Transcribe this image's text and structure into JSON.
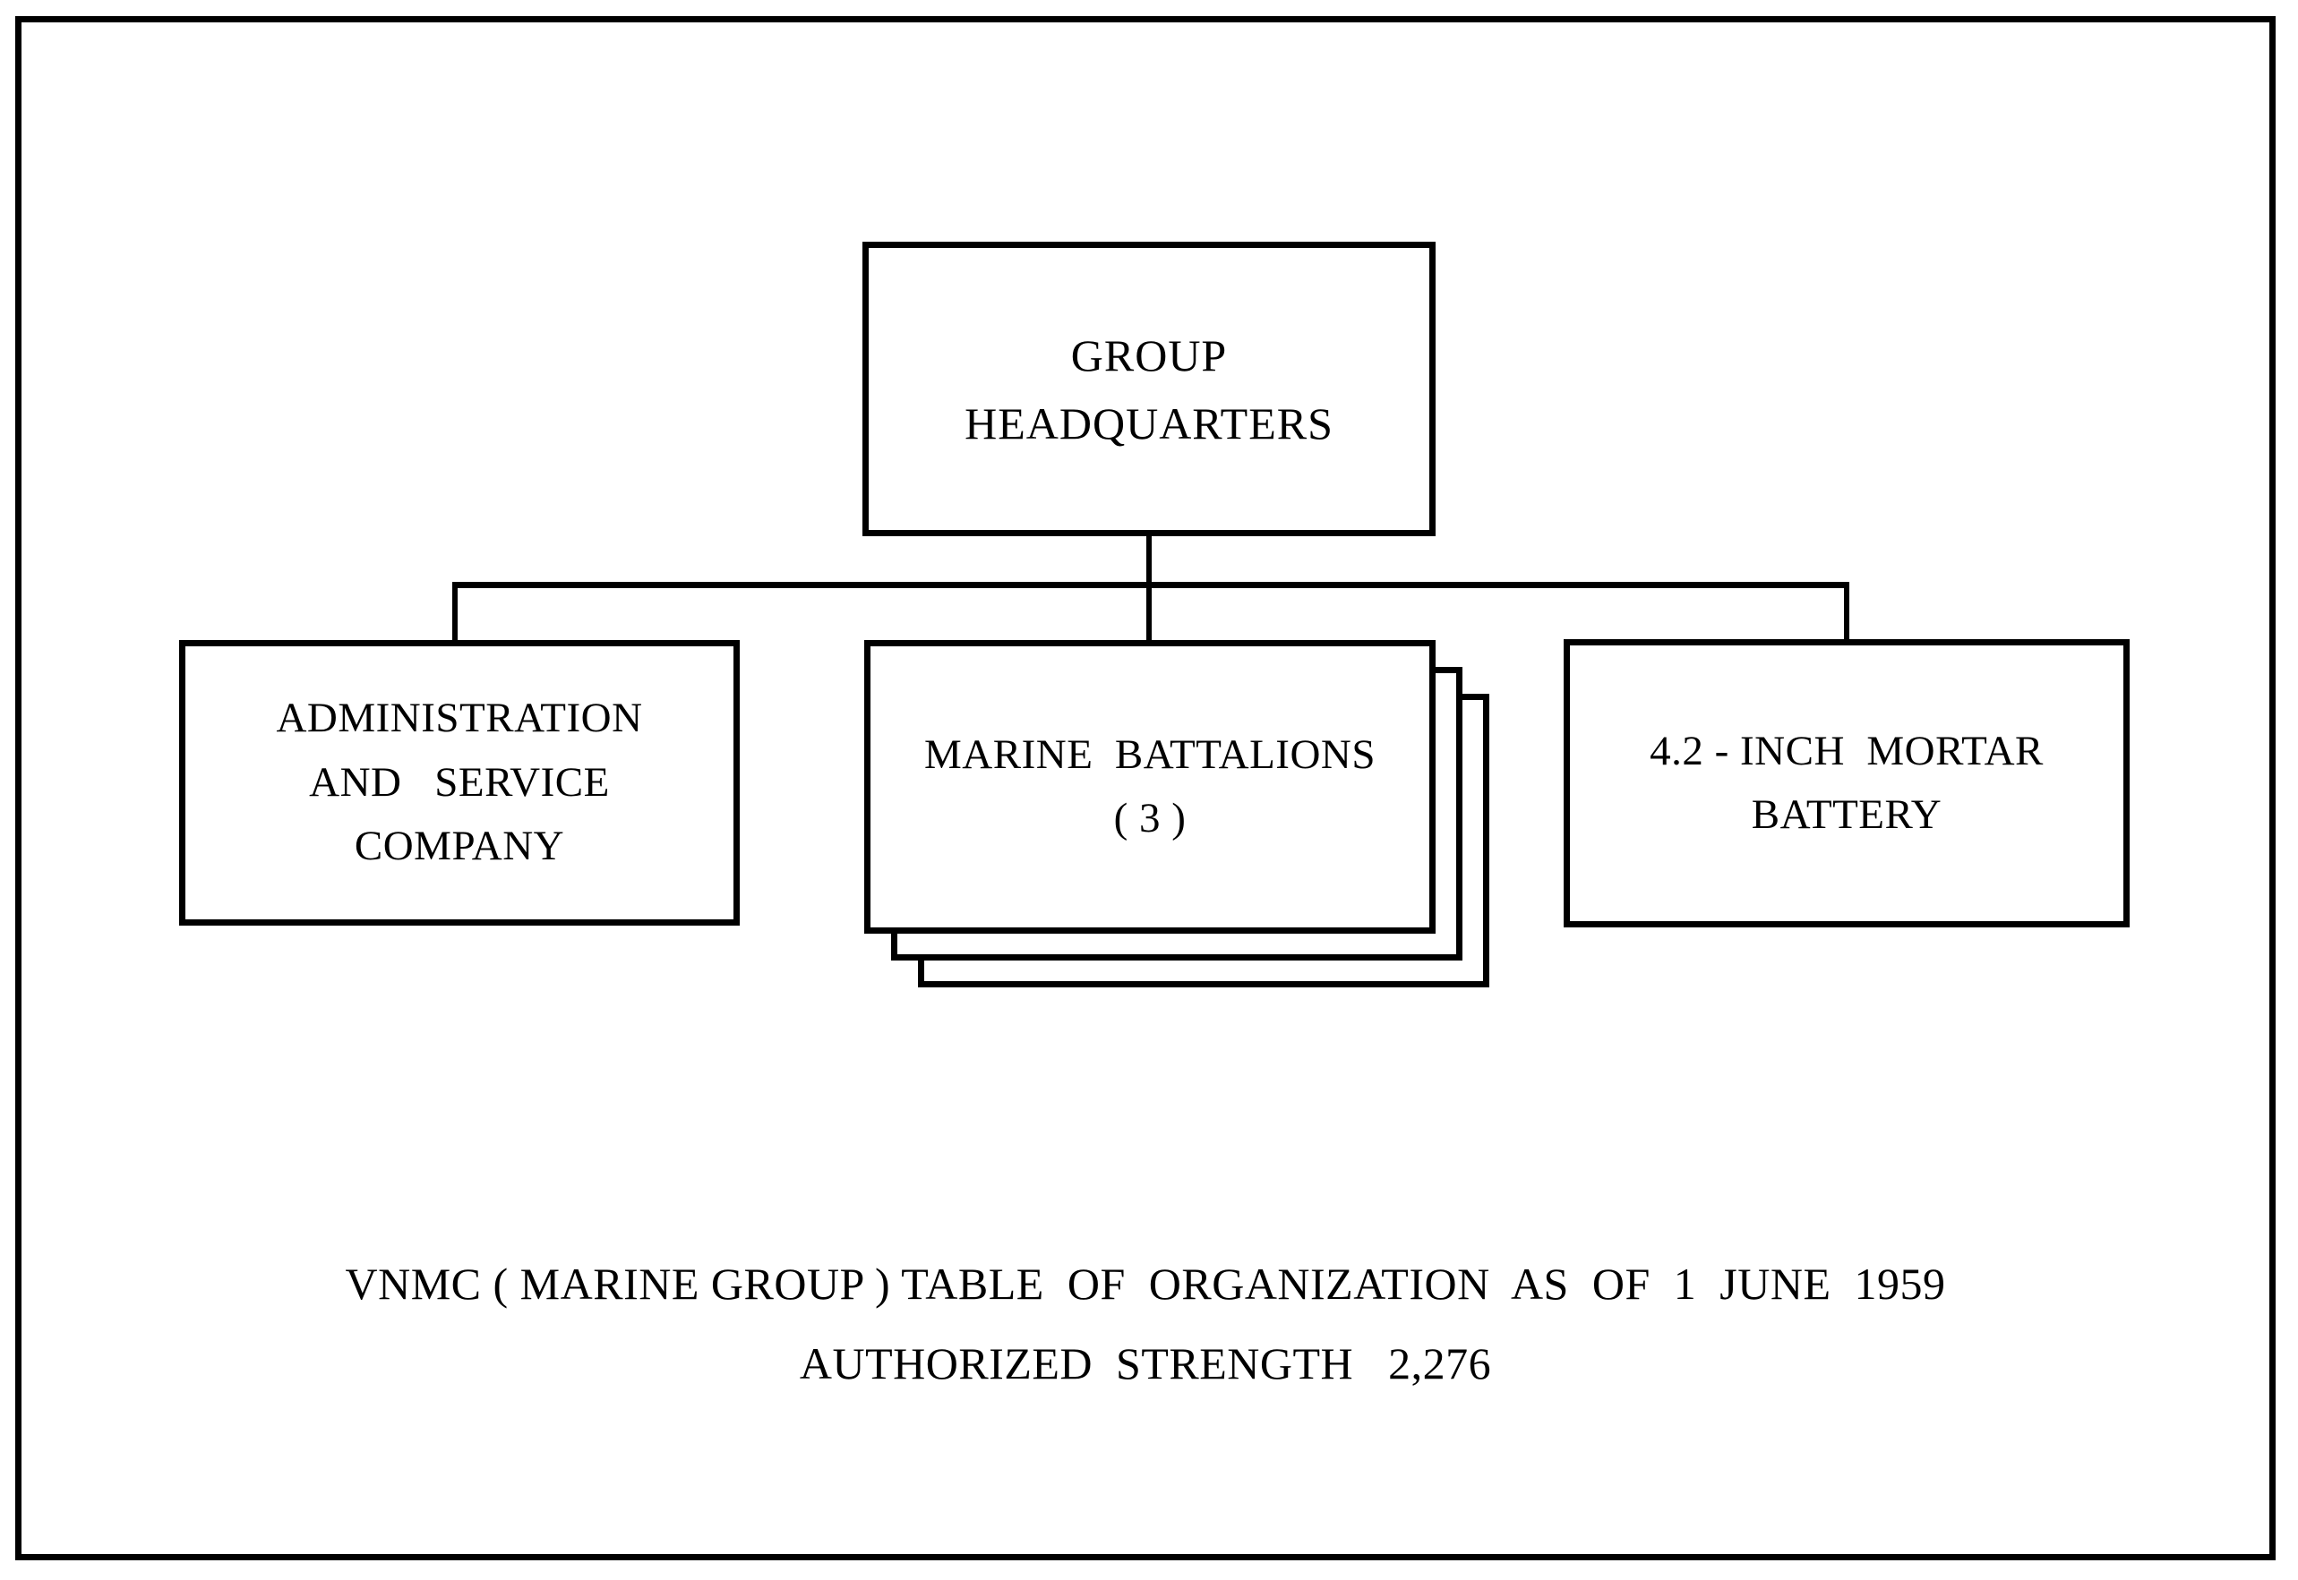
{
  "chart": {
    "root": {
      "title_lines": [
        "GROUP",
        "HEADQUARTERS"
      ]
    },
    "children": [
      {
        "id": "administration-and-service-company",
        "title_lines": [
          "ADMINISTRATION",
          "AND   SERVICE",
          "COMPANY"
        ],
        "stacked": false
      },
      {
        "id": "marine-battalions",
        "title_lines": [
          "MARINE  BATTALIONS",
          "( 3 )"
        ],
        "stacked": true,
        "stack_count": 3,
        "quantity": "3"
      },
      {
        "id": "mortar-battery",
        "title_lines": [
          "4.2 - INCH  MORTAR",
          "BATTERY"
        ],
        "stacked": false
      }
    ]
  },
  "caption": {
    "line1": "VNMC ( MARINE GROUP ) TABLE  OF  ORGANIZATION  AS  OF  1  JUNE  1959",
    "line2": "AUTHORIZED  STRENGTH   2,276"
  },
  "colors": {
    "ink": "#000000",
    "paper": "#ffffff"
  }
}
